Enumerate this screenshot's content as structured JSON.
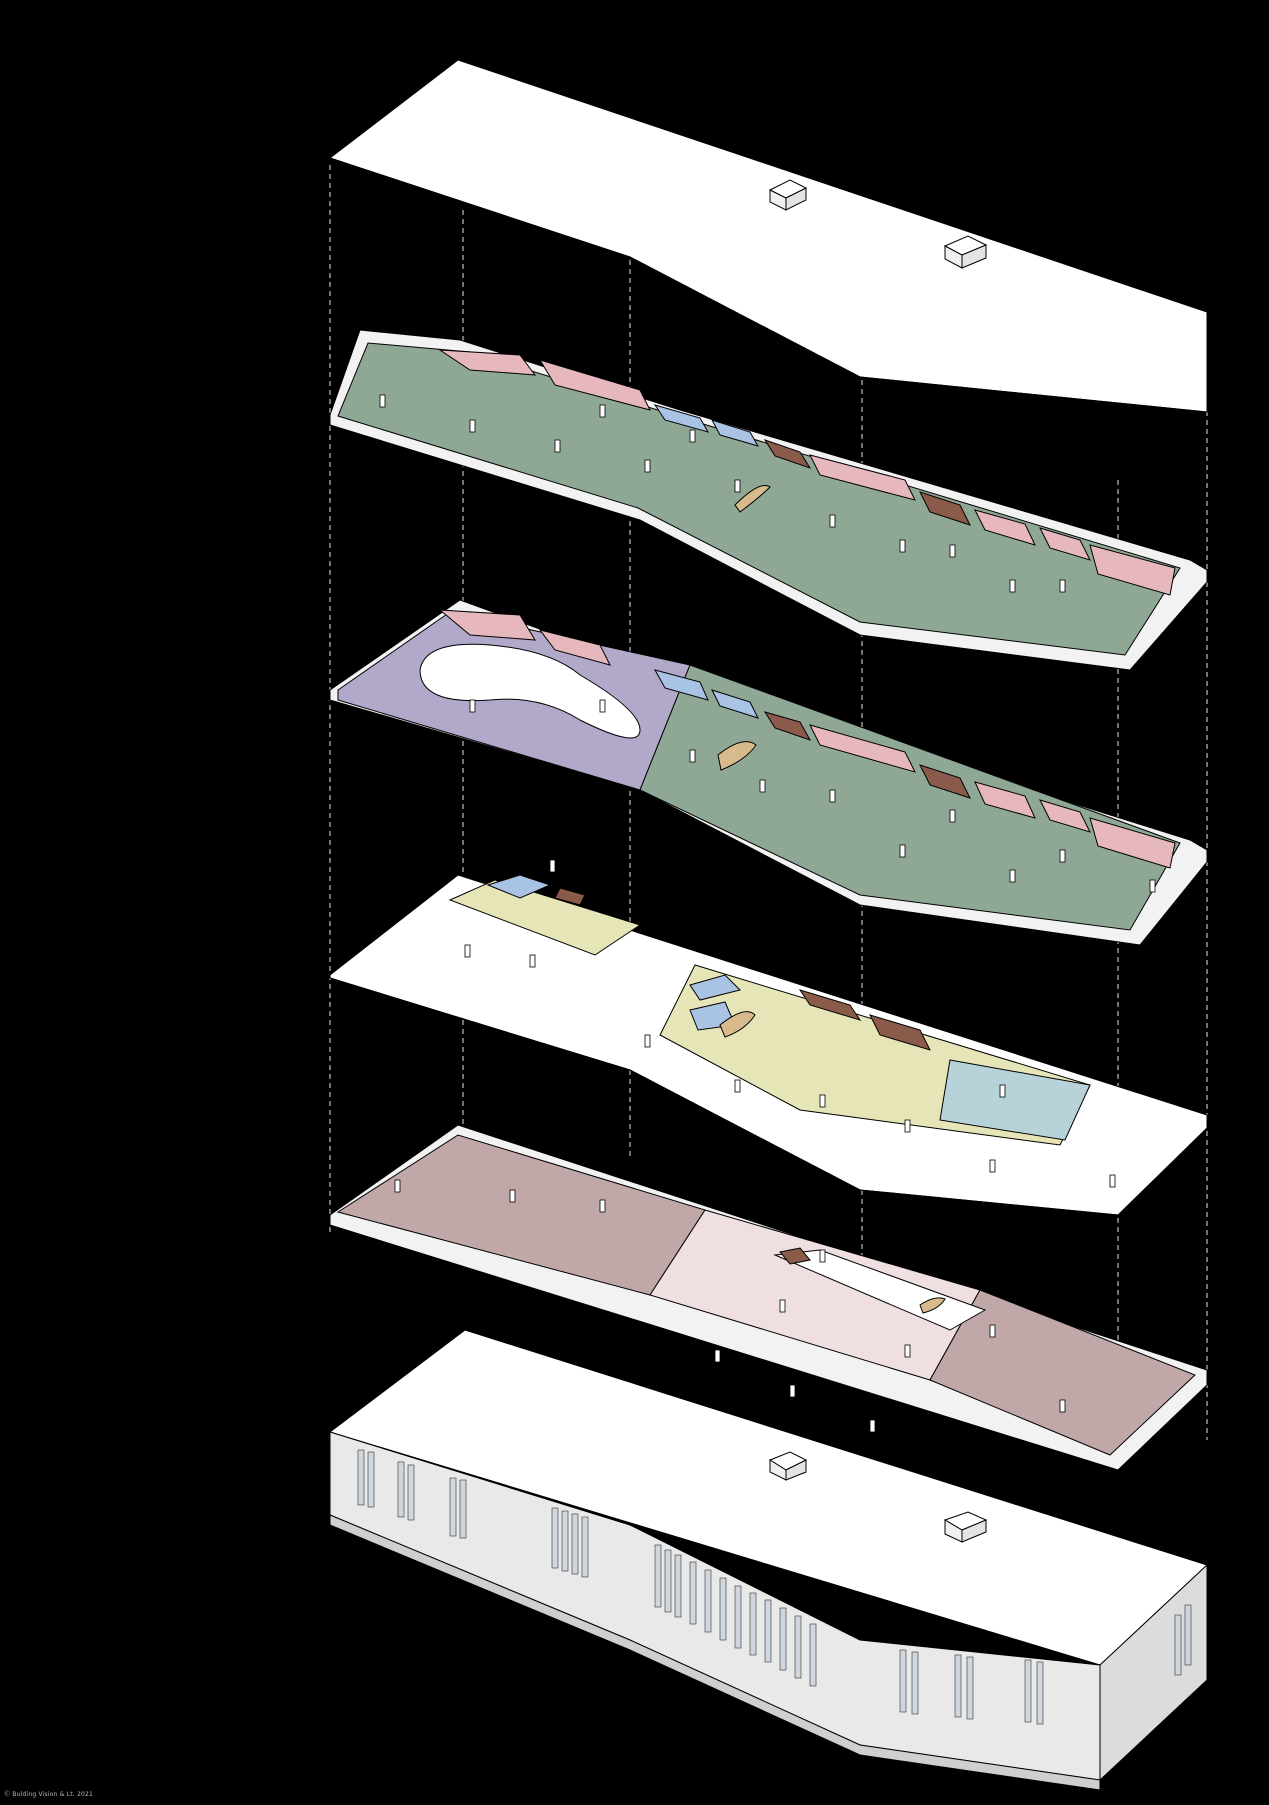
{
  "diagram": {
    "kind": "exploded-axonometric",
    "layers": [
      {
        "name": "roof"
      },
      {
        "name": "level-4",
        "zones": [
          "green",
          "pink",
          "blue",
          "brown"
        ]
      },
      {
        "name": "level-3",
        "zones": [
          "lavender",
          "green",
          "pink",
          "blue",
          "brown"
        ]
      },
      {
        "name": "level-2",
        "zones": [
          "yellow",
          "light-blue",
          "white"
        ]
      },
      {
        "name": "level-1",
        "zones": [
          "mauve",
          "light-pink"
        ]
      },
      {
        "name": "building-massing"
      }
    ]
  },
  "colors": {
    "background": "#000000",
    "slab": "#ffffff",
    "slab_edge": "#f1f1f1",
    "green": "#8fa895",
    "pink": "#e6b8be",
    "blue": "#a9c3e4",
    "lavender": "#b1a8ca",
    "yellow": "#e6e5b8",
    "light_blue": "#b8d2da",
    "mauve": "#c0a8a9",
    "light_pink": "#efdfe0",
    "brown": "#8a5a4a",
    "stair": "#d7bb8c",
    "facade": "#e9e9e9",
    "window": "#cfd6dd"
  },
  "credit": "Ⓒ Bulding Vision & Lt. 2021"
}
